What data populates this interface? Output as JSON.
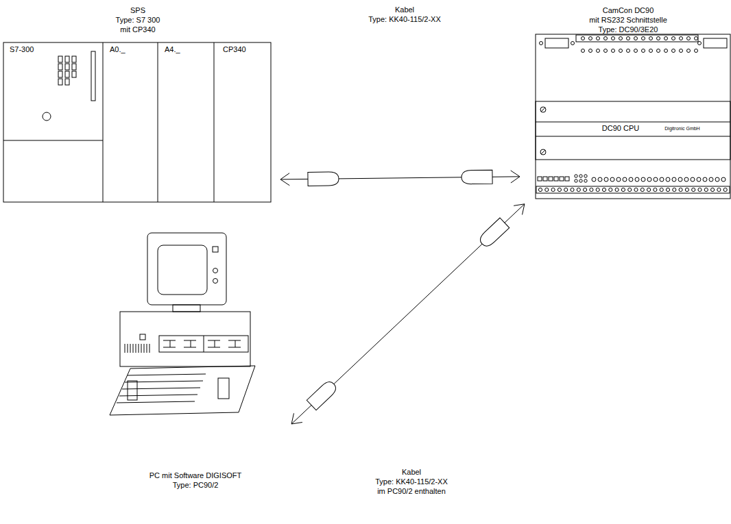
{
  "diagram": {
    "nodes": [
      {
        "text": [
          "SPS",
          "Type: S7 300",
          "mit CP340"
        ]
      },
      {
        "text": [
          "CamCon DC90",
          "mit RS232 Schnittstelle",
          "Type: DC90/3E20"
        ]
      },
      {
        "text": [
          "PC mit Software DIGISOFT",
          "Type: PC90/2"
        ]
      }
    ],
    "edges": [
      {
        "from": 0,
        "to": 1,
        "arrow": "both"
      },
      {
        "from": 2,
        "to": 1,
        "arrow": "both"
      }
    ],
    "labels": [
      "Kabel",
      "Type: KK40-115/2-XX",
      "S7-300",
      "A0._",
      "A4._",
      "CP340",
      "DC90 CPU",
      "Digitronic GmbH",
      "Kabel",
      "Type: KK40-115/2-XX",
      "im PC90/2 enthalten"
    ]
  }
}
